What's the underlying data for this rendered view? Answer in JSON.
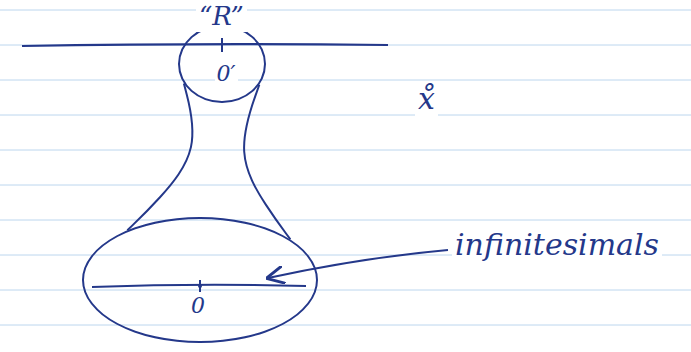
{
  "diagram": {
    "nodes": [
      {
        "text": [
          "0′"
        ]
      },
      {
        "text": [
          "0"
        ]
      }
    ],
    "edges": [
      {
        "from": 0,
        "to": 1,
        "arrow": "none"
      },
      {
        "from": 0,
        "to": 1,
        "arrow": "none"
      }
    ],
    "labels": [
      "“R”",
      "x̊",
      "infinitesimals"
    ]
  }
}
